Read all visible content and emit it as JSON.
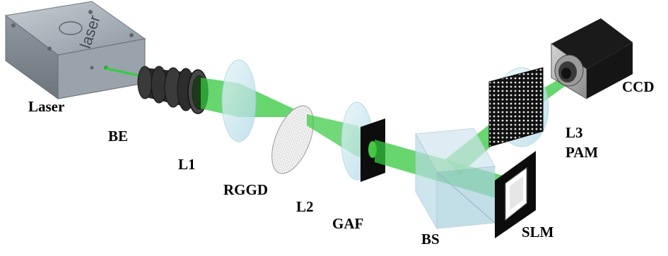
{
  "labels": {
    "laser": "Laser",
    "laser_brand": "laser",
    "be": "BE",
    "l1": "L1",
    "rggd": "RGGD",
    "l2": "L2",
    "gaf": "GAF",
    "bs": "BS",
    "slm": "SLM",
    "l3": "L3",
    "pam": "PAM",
    "ccd": "CCD"
  },
  "colors": {
    "beam": "#34c13a",
    "lens": "#bfe3ee",
    "laser_box": "#9aa3ad",
    "camera_body": "#b3b3b3",
    "dark": "#111111"
  }
}
